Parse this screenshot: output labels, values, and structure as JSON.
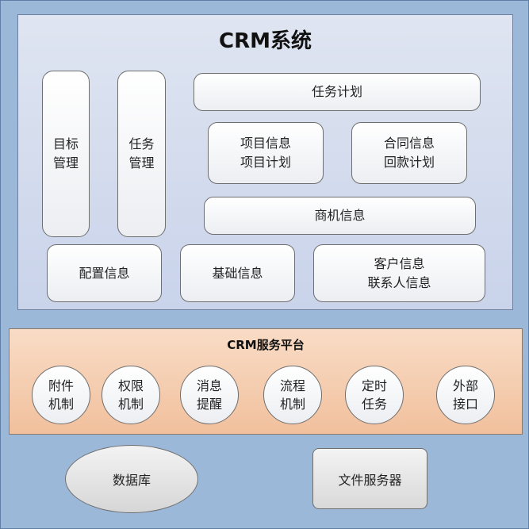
{
  "crm_system": {
    "title": "CRM系统",
    "target_management": [
      "目标",
      "管理"
    ],
    "task_management": [
      "任务",
      "管理"
    ],
    "task_plan": "任务计划",
    "project": [
      "项目信息",
      "项目计划"
    ],
    "contract": [
      "合同信息",
      "回款计划"
    ],
    "opportunity": "商机信息",
    "config_info": "配置信息",
    "basic_info": "基础信息",
    "customer": [
      "客户信息",
      "联系人信息"
    ]
  },
  "service_platform": {
    "title": "CRM服务平台",
    "modules": [
      [
        "附件",
        "机制"
      ],
      [
        "权限",
        "机制"
      ],
      [
        "消息",
        "提醒"
      ],
      [
        "流程",
        "机制"
      ],
      [
        "定时",
        "任务"
      ],
      [
        "外部",
        "接口"
      ]
    ]
  },
  "database": "数据库",
  "file_server": "文件服务器",
  "colors": {
    "background": "#9cb8d8",
    "crm_panel": "#d3daee",
    "service_panel": "#f5cfb2",
    "box_fill": "#ffffff"
  }
}
